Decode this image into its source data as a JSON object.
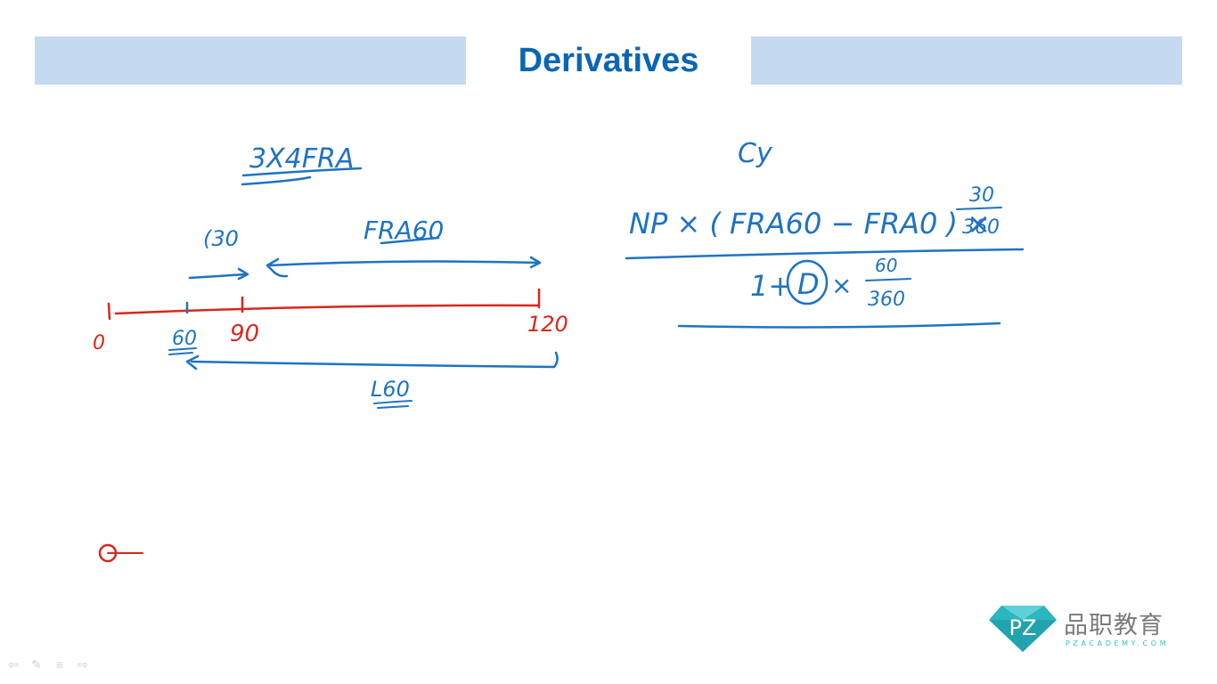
{
  "slide": {
    "title": "Derivatives"
  },
  "annotations": {
    "heading_left": "3X4FRA",
    "label_30": "(30",
    "label_fra60": "FRA60",
    "tick_0": "0",
    "tick_60": "60",
    "tick_90": "90",
    "tick_120": "120",
    "label_l60": "L60",
    "heading_right": "Cy",
    "formula_numerator": "NP × ( FRA60 − FRA0 ) ×",
    "numerator_frac_top": "30",
    "numerator_frac_bottom": "360",
    "formula_denominator": "1+",
    "denominator_circled": "D",
    "denominator_times": "×",
    "denominator_frac_top": "60",
    "denominator_frac_bottom": "360"
  },
  "logo": {
    "cn_text": "品职教育",
    "en_text": "PZACADEMY.COM",
    "mark_text": "PZ"
  },
  "nav": {
    "prev_icon": "⇦",
    "pen_icon": "✎",
    "menu_icon": "≡",
    "next_icon": "⇨"
  },
  "colors": {
    "accent": "#0a66b3",
    "ink_blue": "#1f73c2",
    "ink_red": "#d9271c",
    "band": "#c5d9f0"
  }
}
